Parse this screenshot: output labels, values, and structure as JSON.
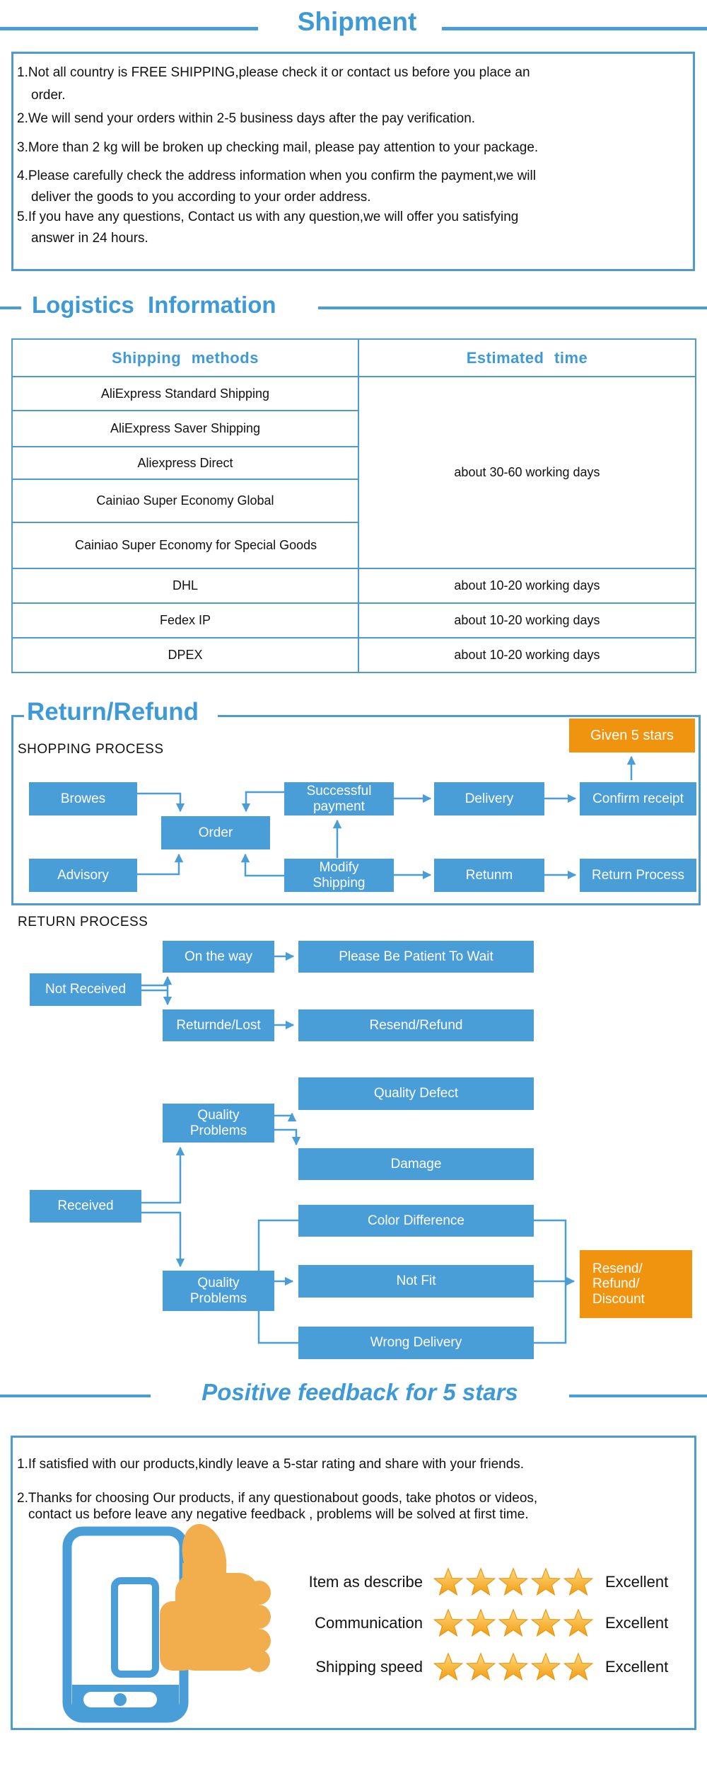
{
  "colors": {
    "accent_blue": "#3E9AD6",
    "box_blue": "#4A9ED8",
    "border_blue": "#4E9CCB",
    "orange": "#F0930F",
    "thumb_orange": "#F2AE4C",
    "star_gold": "#F5A11D"
  },
  "shipment": {
    "title": "Shipment",
    "items": [
      [
        "1.Not all country is FREE SHIPPING,please check it or contact us before you place an",
        "order."
      ],
      [
        "2.We will send your orders within 2-5 business days after the pay verification."
      ],
      [
        "3.More than 2 kg will be broken up checking mail, please pay attention to your package."
      ],
      [
        "4.Please carefully check the address information when you confirm the payment,we will",
        "deliver the goods to you according to your order address."
      ],
      [
        "5.If you have any questions, Contact us with any question,we will offer you satisfying",
        "answer in 24 hours."
      ]
    ]
  },
  "logistics": {
    "title": "Logistics Information",
    "table": {
      "headers": [
        "Shipping methods",
        "Estimated time"
      ],
      "methods": [
        "AliExpress Standard Shipping",
        "AliExpress Saver Shipping",
        "Aliexpress Direct",
        "Cainiao Super Economy Global",
        "Cainiao Super Economy for Special Goods",
        "DHL",
        "Fedex IP",
        "DPEX"
      ],
      "merged_time": "about 30-60 working days",
      "times": [
        "about 10-20 working days",
        "about 10-20 working days",
        "about 10-20 working days"
      ]
    }
  },
  "return_refund": {
    "title": "Return/Refund",
    "shopping_label": "SHOPPING PROCESS",
    "return_label": "RETURN PROCESS",
    "nodes": {
      "browes": "Browes",
      "advisory": "Advisory",
      "order": "Order",
      "successful_payment": "Successful payment",
      "modify_shipping": "Modify Shipping",
      "delivery": "Delivery",
      "retunm": "Retunm",
      "confirm_receipt": "Confirm receipt",
      "return_process": "Return Process",
      "given_5_stars": "Given 5 stars",
      "not_received": "Not Received",
      "on_the_way": "On the way",
      "please_wait": "Please Be Patient To Wait",
      "returnde_lost": "Returnde/Lost",
      "resend_refund": "Resend/Refund",
      "received": "Received",
      "quality_problems": "Quality Problems",
      "quality_defect": "Quality Defect",
      "damage": "Damage",
      "color_difference": "Color Difference",
      "not_fit": "Not Fit",
      "wrong_delivery": "Wrong Delivery",
      "resend_refund_discount": "Resend/ Refund/ Discount"
    }
  },
  "feedback": {
    "title": "Positive feedback for 5 stars",
    "lines": [
      "1.If satisfied with our products,kindly leave a 5-star rating and share with your friends.",
      "2.Thanks for choosing Our products, if any questionabout goods, take photos or videos,",
      "contact us before leave any negative feedback , problems will be solved at first time."
    ],
    "ratings": [
      {
        "label": "Item as describe",
        "stars": 5,
        "value": "Excellent"
      },
      {
        "label": "Communication",
        "stars": 5,
        "value": "Excellent"
      },
      {
        "label": "Shipping speed",
        "stars": 5,
        "value": "Excellent"
      }
    ]
  }
}
